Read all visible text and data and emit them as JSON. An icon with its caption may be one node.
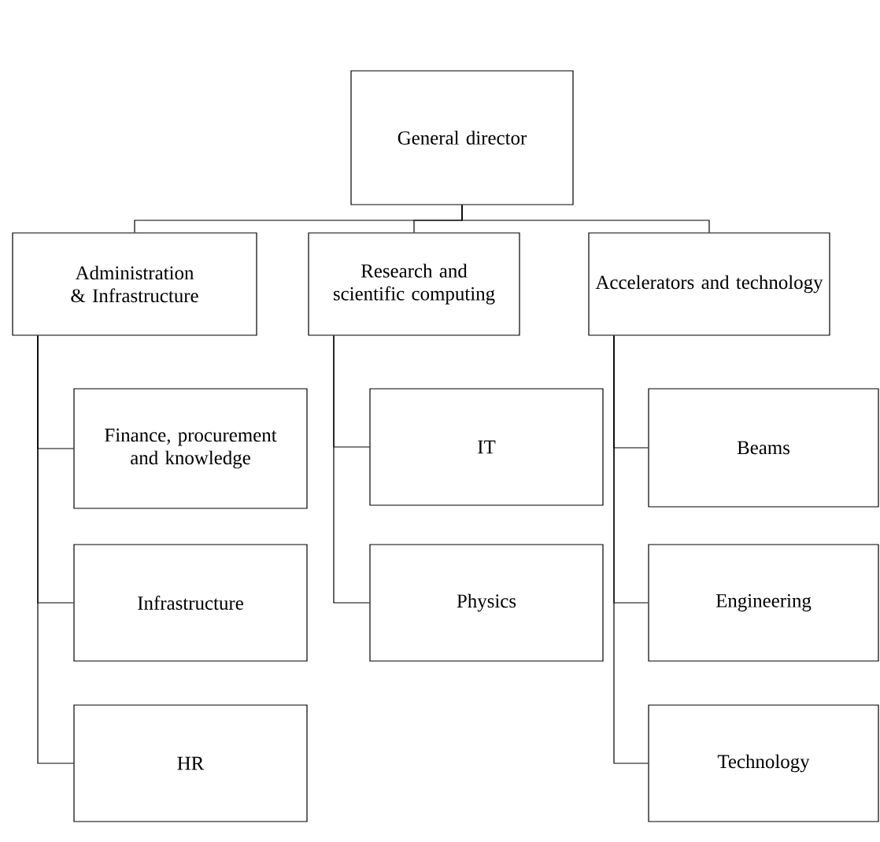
{
  "diagram": {
    "nodes": [
      {
        "text": [
          "General director"
        ]
      },
      {
        "text": [
          "Administration & Infrastructure"
        ]
      },
      {
        "text": [
          "Research and scientific computing"
        ]
      },
      {
        "text": [
          "Accelerators and technology"
        ]
      },
      {
        "text": [
          "Finance, procurement and knowledge"
        ]
      },
      {
        "text": [
          "Infrastructure"
        ]
      },
      {
        "text": [
          "HR"
        ]
      },
      {
        "text": [
          "IT"
        ]
      },
      {
        "text": [
          "Physics"
        ]
      },
      {
        "text": [
          "Beams"
        ]
      },
      {
        "text": [
          "Engineering"
        ]
      },
      {
        "text": [
          "Technology"
        ]
      }
    ],
    "edges": [
      {
        "from": 0,
        "to": 1,
        "arrow": "none"
      },
      {
        "from": 0,
        "to": 2,
        "arrow": "none"
      },
      {
        "from": 0,
        "to": 3,
        "arrow": "none"
      },
      {
        "from": 1,
        "to": 4,
        "arrow": "none"
      },
      {
        "from": 1,
        "to": 5,
        "arrow": "none"
      },
      {
        "from": 1,
        "to": 6,
        "arrow": "none"
      },
      {
        "from": 2,
        "to": 7,
        "arrow": "none"
      },
      {
        "from": 2,
        "to": 8,
        "arrow": "none"
      },
      {
        "from": 3,
        "to": 9,
        "arrow": "none"
      },
      {
        "from": 3,
        "to": 10,
        "arrow": "none"
      },
      {
        "from": 3,
        "to": 11,
        "arrow": "none"
      }
    ]
  }
}
